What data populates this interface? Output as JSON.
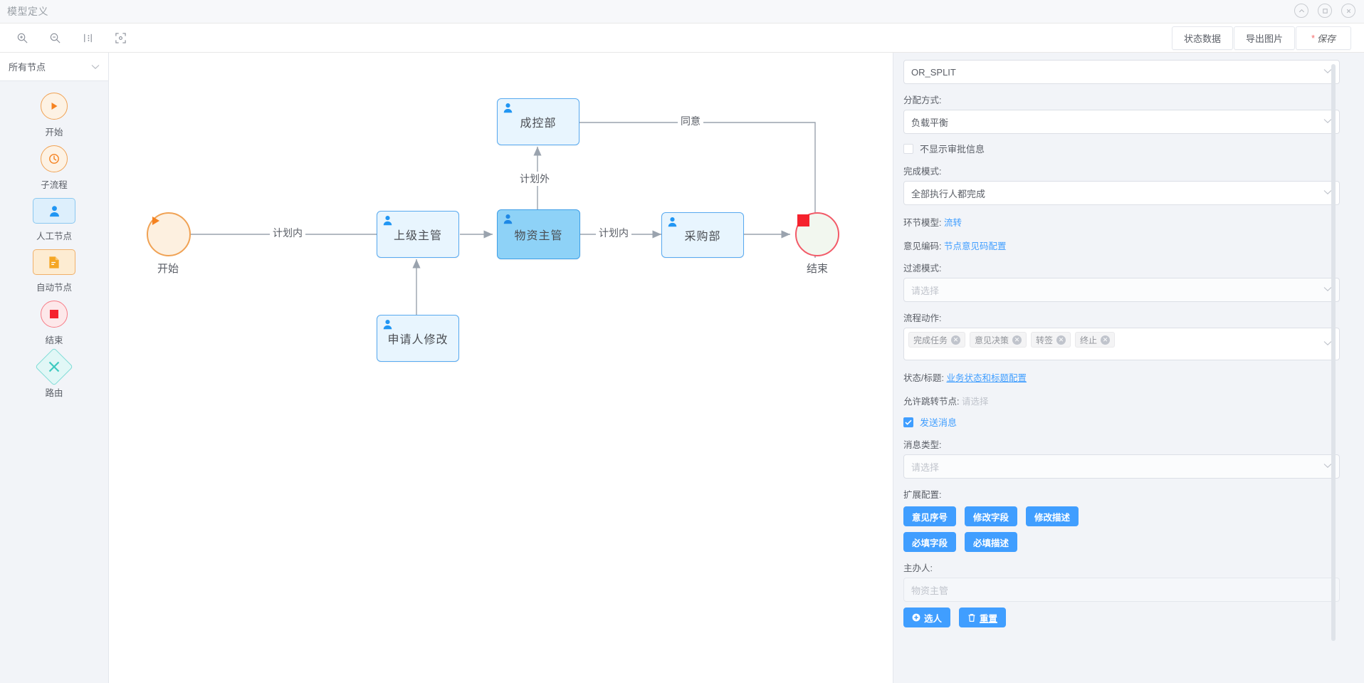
{
  "window": {
    "title": "模型定义",
    "controls": [
      {
        "name": "collapse",
        "glyph": "chevron-up"
      },
      {
        "name": "maximize",
        "glyph": "square"
      },
      {
        "name": "close",
        "glyph": "x"
      }
    ]
  },
  "toolbar": {
    "icons": [
      "zoom-in-icon",
      "zoom-out-icon",
      "align-icon",
      "fit-screen-icon"
    ],
    "actions": [
      {
        "label": "状态数据",
        "name": "status-data-button"
      },
      {
        "label": "导出图片",
        "name": "export-image-button"
      }
    ],
    "save": {
      "required_mark": "*",
      "label": "保存"
    }
  },
  "palette": {
    "header": "所有节点",
    "items": [
      {
        "label": "开始",
        "shape": "circle",
        "icon": "play-icon",
        "color": "#f0a254"
      },
      {
        "label": "子流程",
        "shape": "circle",
        "icon": "clock-icon",
        "color": "#f0a254"
      },
      {
        "label": "人工节点",
        "shape": "rect",
        "icon": "user-icon",
        "color": "#2196f3"
      },
      {
        "label": "自动节点",
        "shape": "rect",
        "icon": "document-icon",
        "color": "#f0a254"
      },
      {
        "label": "结束",
        "shape": "circle",
        "icon": "stop-square-icon",
        "color": "#f5222d"
      },
      {
        "label": "路由",
        "shape": "diamond",
        "icon": "x-icon",
        "color": "#3ec9c0"
      }
    ]
  },
  "diagram": {
    "nodes": [
      {
        "id": "start",
        "label": "开始",
        "type": "start",
        "caption": "开始"
      },
      {
        "id": "chengkong",
        "label": "成控部",
        "type": "user",
        "selected": false
      },
      {
        "id": "shangji",
        "label": "上级主管",
        "type": "user",
        "selected": false
      },
      {
        "id": "wuzi",
        "label": "物资主管",
        "type": "user",
        "selected": true
      },
      {
        "id": "caigou",
        "label": "采购部",
        "type": "user",
        "selected": false
      },
      {
        "id": "shenqing",
        "label": "申请人修改",
        "type": "user",
        "selected": false
      },
      {
        "id": "end",
        "label": "结束",
        "type": "end",
        "caption": "结束"
      }
    ],
    "edges": [
      {
        "from": "start",
        "to": "shangji",
        "label": "计划内"
      },
      {
        "from": "shangji",
        "to": "wuzi",
        "label": ""
      },
      {
        "from": "wuzi",
        "to": "chengkong",
        "label": "计划外"
      },
      {
        "from": "wuzi",
        "to": "caigou",
        "label": "计划内"
      },
      {
        "from": "chengkong",
        "to": "caigou",
        "label": "同意"
      },
      {
        "from": "caigou",
        "to": "end",
        "label": ""
      },
      {
        "from": "shenqing",
        "to": "shangji",
        "label": ""
      }
    ]
  },
  "properties": {
    "split_type": {
      "value": "OR_SPLIT"
    },
    "assign_mode": {
      "label": "分配方式:",
      "value": "负载平衡"
    },
    "hide_approval": {
      "label": "不显示审批信息",
      "checked": false
    },
    "complete_mode": {
      "label": "完成模式:",
      "value": "全部执行人都完成"
    },
    "link_model": {
      "label": "环节模型:",
      "link": "流转"
    },
    "opinion_code": {
      "label": "意见编码:",
      "link": "节点意见码配置"
    },
    "filter_mode": {
      "label": "过滤模式:",
      "placeholder": "请选择"
    },
    "process_action": {
      "label": "流程动作:",
      "tags": [
        "完成任务",
        "意见决策",
        "转签",
        "终止"
      ]
    },
    "status_title": {
      "label": "状态/标题:",
      "link": "业务状态和标题配置"
    },
    "jump_nodes": {
      "label": "允许跳转节点:",
      "placeholder": "请选择"
    },
    "send_message": {
      "label": "发送消息",
      "checked": true
    },
    "message_type": {
      "label": "消息类型:",
      "placeholder": "请选择"
    },
    "extend_config": {
      "label": "扩展配置:",
      "buttons": [
        "意见序号",
        "修改字段",
        "修改描述",
        "必填字段",
        "必填描述"
      ]
    },
    "owner": {
      "label": "主办人:",
      "placeholder": "物资主管",
      "select_button": "选人",
      "reset_button": "重置"
    }
  }
}
